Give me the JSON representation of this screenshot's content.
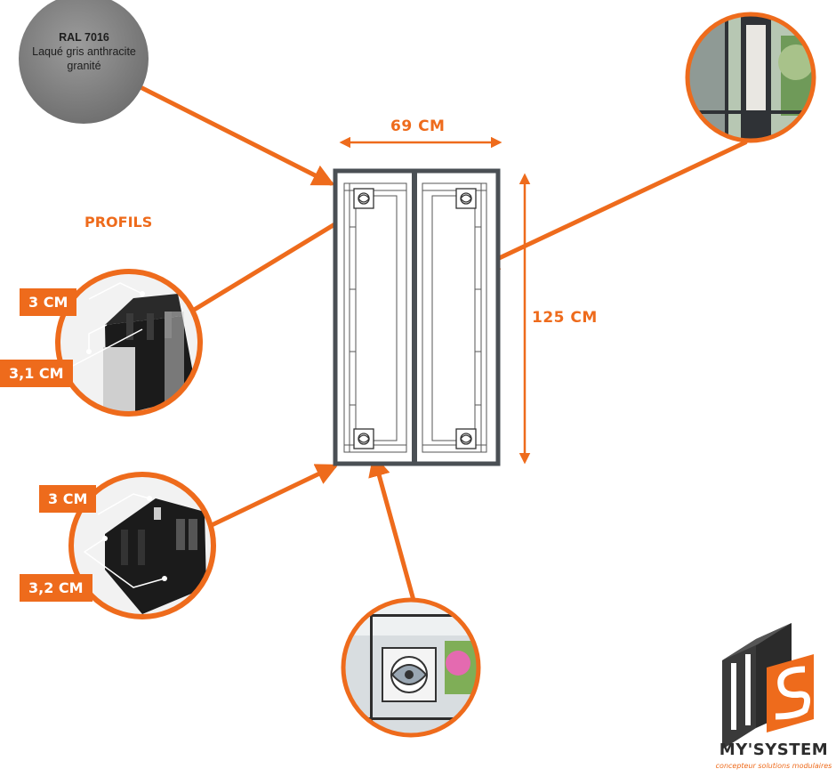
{
  "colors": {
    "accent": "#ee6b1c",
    "frame": "#4a4f54",
    "swatch": "#8e8e8e",
    "profile_dark": "#1b1b1b"
  },
  "swatch": {
    "line1": "RAL 7016",
    "line2": "Laqué gris anthracite",
    "line3": "granité"
  },
  "dimensions": {
    "width": "69 CM",
    "height": "125 CM"
  },
  "profils": {
    "title": "PROFILS",
    "profile1": {
      "depth": "3 CM",
      "height": "3,1 CM"
    },
    "profile2": {
      "depth": "3 CM",
      "height": "3,2 CM"
    }
  },
  "brand": {
    "name": "MY'SYSTEM",
    "tagline": "concepteur solutions modulaires"
  },
  "icons": [
    "color-swatch-icon",
    "profile-section-icon",
    "glass-detail-icon",
    "corner-ornament-icon",
    "brand-logo-icon"
  ]
}
